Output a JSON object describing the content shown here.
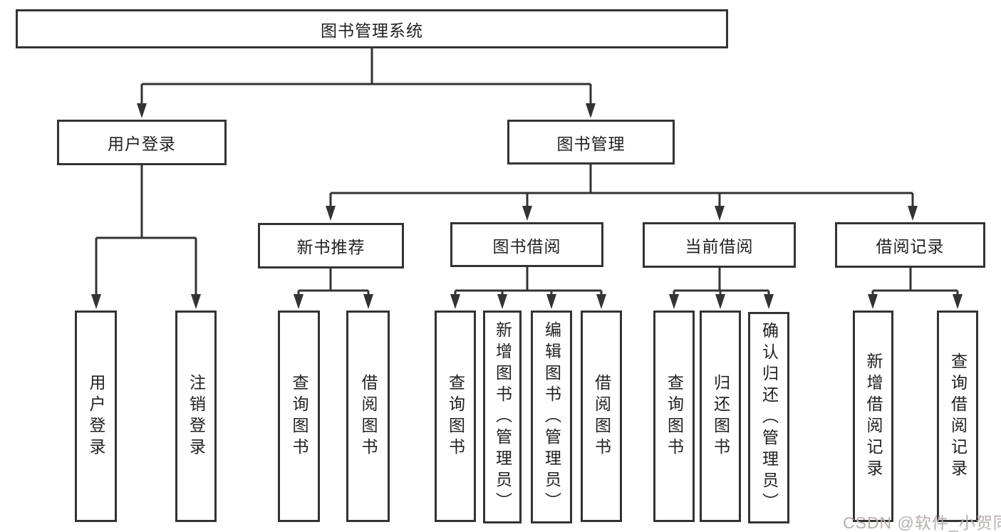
{
  "tree": {
    "root": "图书管理系统",
    "branches": [
      {
        "label": "用户登录",
        "children": [
          "用户登录",
          "注销登录"
        ]
      },
      {
        "label": "图书管理",
        "groups": [
          {
            "label": "新书推荐",
            "children": [
              "查询图书",
              "借阅图书"
            ]
          },
          {
            "label": "图书借阅",
            "children": [
              "查询图书",
              "新增图书（管理员）",
              "编辑图书（管理员）",
              "借阅图书"
            ]
          },
          {
            "label": "当前借阅",
            "children": [
              "查询图书",
              "归还图书",
              "确认归还（管理员）"
            ]
          },
          {
            "label": "借阅记录",
            "children": [
              "新增借阅记录",
              "查询借阅记录"
            ]
          }
        ]
      }
    ]
  },
  "watermark": "CSDN @软件_小贺同学",
  "colors": {
    "line": "#333333",
    "text": "#212121",
    "watermark": "#b9aeae",
    "background": "#ffffff"
  }
}
